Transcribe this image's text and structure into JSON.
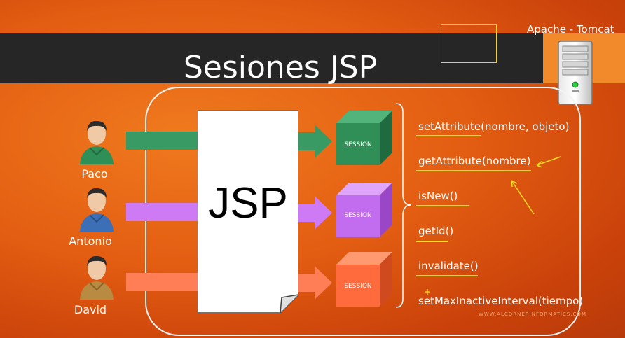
{
  "slide": {
    "title": "Sesiones JSP",
    "server_label": "Apache - Tomcat",
    "server_icon": "server-tower-icon",
    "jsp_label": "JSP",
    "users": [
      {
        "name": "Paco",
        "shirt_color": "#2e8f57",
        "arrow_color": "#3a9a63",
        "cube_color": "#2f8f57",
        "session_label": "SESSION"
      },
      {
        "name": "Antonio",
        "shirt_color": "#3c6fb5",
        "arrow_color": "#cf7af5",
        "cube_color": "#c26cf0",
        "session_label": "SESSION"
      },
      {
        "name": "David",
        "shirt_color": "#b88a42",
        "arrow_color": "#ff7e55",
        "cube_color": "#ff6b3c",
        "session_label": "SESSION"
      }
    ],
    "methods": [
      "setAttribute(nombre, objeto)",
      "getAttribute(nombre)",
      "isNew()",
      "getId()",
      "invalidate()",
      "setMaxInactiveInterval(tiempo)"
    ],
    "annotation_color": "#f4dc25",
    "watermark": "WWW.ALCORNERINFORMATICS.COM"
  }
}
